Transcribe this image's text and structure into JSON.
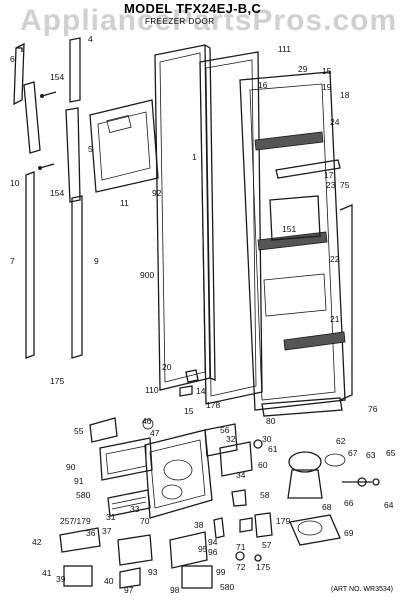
{
  "watermark": "AppliancePartsPros.com",
  "title": "MODEL TFX24EJ-B,C",
  "subtitle": "FREEZER DOOR",
  "art_no": "(ART NO. WR3534)",
  "callouts": [
    {
      "id": "c-6",
      "text": "6"
    },
    {
      "id": "c-4",
      "text": "4"
    },
    {
      "id": "c-111",
      "text": "111"
    },
    {
      "id": "c-29",
      "text": "29"
    },
    {
      "id": "c-15a",
      "text": "15"
    },
    {
      "id": "c-154a",
      "text": "154"
    },
    {
      "id": "c-16",
      "text": "16"
    },
    {
      "id": "c-19",
      "text": "19"
    },
    {
      "id": "c-18",
      "text": "18"
    },
    {
      "id": "c-1",
      "text": "1"
    },
    {
      "id": "c-5",
      "text": "5"
    },
    {
      "id": "c-92",
      "text": "92"
    },
    {
      "id": "c-11",
      "text": "11"
    },
    {
      "id": "c-10",
      "text": "10"
    },
    {
      "id": "c-154b",
      "text": "154"
    },
    {
      "id": "c-24",
      "text": "24"
    },
    {
      "id": "c-17",
      "text": "17"
    },
    {
      "id": "c-23",
      "text": "23"
    },
    {
      "id": "c-75",
      "text": "75"
    },
    {
      "id": "c-151",
      "text": "151"
    },
    {
      "id": "c-7",
      "text": "7"
    },
    {
      "id": "c-9",
      "text": "9"
    },
    {
      "id": "c-900",
      "text": "900"
    },
    {
      "id": "c-22",
      "text": "22"
    },
    {
      "id": "c-21",
      "text": "21"
    },
    {
      "id": "c-175a",
      "text": "175"
    },
    {
      "id": "c-20",
      "text": "20"
    },
    {
      "id": "c-110",
      "text": "110"
    },
    {
      "id": "c-14",
      "text": "14"
    },
    {
      "id": "c-178",
      "text": "178"
    },
    {
      "id": "c-15b",
      "text": "15"
    },
    {
      "id": "c-80",
      "text": "80"
    },
    {
      "id": "c-76",
      "text": "76"
    },
    {
      "id": "c-55",
      "text": "55"
    },
    {
      "id": "c-46",
      "text": "46"
    },
    {
      "id": "c-47",
      "text": "47"
    },
    {
      "id": "c-56",
      "text": "56"
    },
    {
      "id": "c-32",
      "text": "32"
    },
    {
      "id": "c-30",
      "text": "30"
    },
    {
      "id": "c-61",
      "text": "61"
    },
    {
      "id": "c-62",
      "text": "62"
    },
    {
      "id": "c-90",
      "text": "90"
    },
    {
      "id": "c-91",
      "text": "91"
    },
    {
      "id": "c-60",
      "text": "60"
    },
    {
      "id": "c-67",
      "text": "67"
    },
    {
      "id": "c-63",
      "text": "63"
    },
    {
      "id": "c-65",
      "text": "65"
    },
    {
      "id": "c-580a",
      "text": "580"
    },
    {
      "id": "c-31",
      "text": "31"
    },
    {
      "id": "c-33",
      "text": "33"
    },
    {
      "id": "c-34",
      "text": "34"
    },
    {
      "id": "c-58",
      "text": "58"
    },
    {
      "id": "c-68",
      "text": "68"
    },
    {
      "id": "c-66",
      "text": "66"
    },
    {
      "id": "c-64",
      "text": "64"
    },
    {
      "id": "c-257",
      "text": "257/179"
    },
    {
      "id": "c-70",
      "text": "70"
    },
    {
      "id": "c-37",
      "text": "37"
    },
    {
      "id": "c-38",
      "text": "38"
    },
    {
      "id": "c-179",
      "text": "179"
    },
    {
      "id": "c-69",
      "text": "69"
    },
    {
      "id": "c-42",
      "text": "42"
    },
    {
      "id": "c-36",
      "text": "36"
    },
    {
      "id": "c-94",
      "text": "94"
    },
    {
      "id": "c-95",
      "text": "95"
    },
    {
      "id": "c-96",
      "text": "96"
    },
    {
      "id": "c-57",
      "text": "57"
    },
    {
      "id": "c-71",
      "text": "71"
    },
    {
      "id": "c-93",
      "text": "93"
    },
    {
      "id": "c-72",
      "text": "72"
    },
    {
      "id": "c-175b",
      "text": "175"
    },
    {
      "id": "c-99",
      "text": "99"
    },
    {
      "id": "c-41",
      "text": "41"
    },
    {
      "id": "c-39",
      "text": "39"
    },
    {
      "id": "c-40",
      "text": "40"
    },
    {
      "id": "c-580b",
      "text": "580"
    },
    {
      "id": "c-97",
      "text": "97"
    },
    {
      "id": "c-98",
      "text": "98"
    }
  ]
}
